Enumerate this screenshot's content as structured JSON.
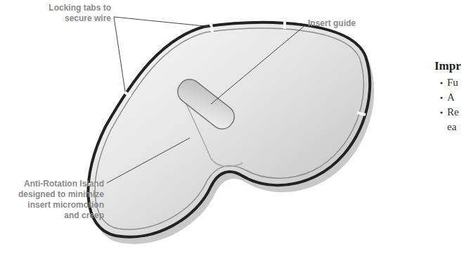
{
  "diagram": {
    "labels": [
      "Locking tabs to secure wire",
      "Insert guide",
      "Impr",
      "Fu",
      "A",
      "Re",
      "ea",
      "Anti-Rotation Island designed to minimize insert micromotion and creep"
    ]
  }
}
